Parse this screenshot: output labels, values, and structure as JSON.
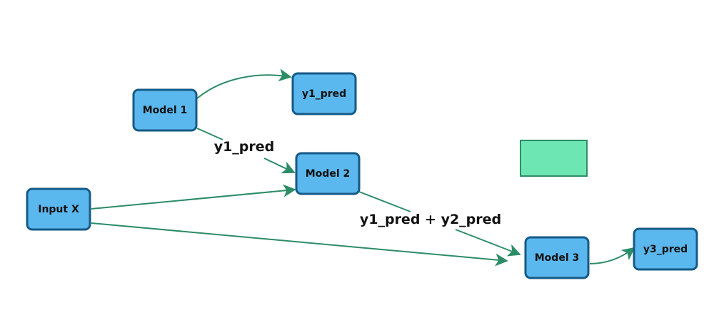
{
  "colors": {
    "node_fill": "#5bb8ee",
    "node_border": "#155a86",
    "edge": "#2c8c66",
    "swatch_fill": "#6ee6b4",
    "swatch_border": "#2c8c66"
  },
  "nodes": {
    "model1": "Model 1",
    "model2": "Model 2",
    "model3": "Model 3",
    "input_x": "Input X",
    "y1_pred": "y1_pred",
    "y3_pred": "y3_pred"
  },
  "edge_labels": {
    "model1_to_model2": "y1_pred",
    "model2_to_model3": "y1_pred + y2_pred"
  }
}
